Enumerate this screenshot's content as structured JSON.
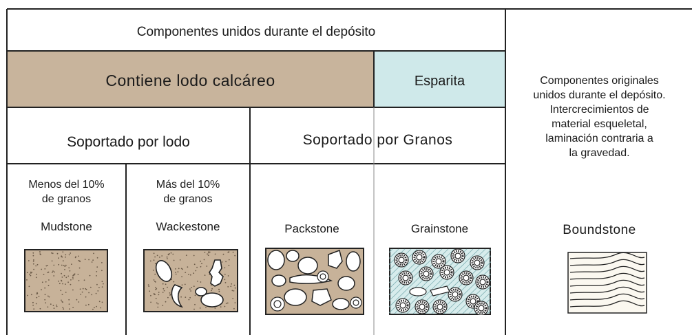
{
  "header": {
    "components_bound": "Componentes unidos durante el depósito",
    "contains_mud": "Contiene lodo calcáreo",
    "sparite": "Esparita",
    "mud_supported": "Soportado por lodo",
    "grain_supported": "Soportado por Granos",
    "boundstone_description": [
      "Componentes originales",
      "unidos durante el depósito.",
      "Intercrecimientos de",
      "material esqueletal,",
      "laminación contraria a",
      "la gravedad."
    ]
  },
  "grain_content": {
    "less_than_10": [
      "Menos del 10%",
      "de granos"
    ],
    "more_than_10": [
      "Más del 10%",
      "de granos"
    ]
  },
  "rock_types": {
    "mudstone": "Mudstone",
    "wackestone": "Wackestone",
    "packstone": "Packstone",
    "grainstone": "Grainstone",
    "boundstone": "Boundstone"
  },
  "colors": {
    "mud": "#c8b49c",
    "sparite": "#cfe9ea",
    "line": "#222222",
    "sandy_fill": "#c7b299",
    "grainstone_fill": "#d7ecec"
  }
}
